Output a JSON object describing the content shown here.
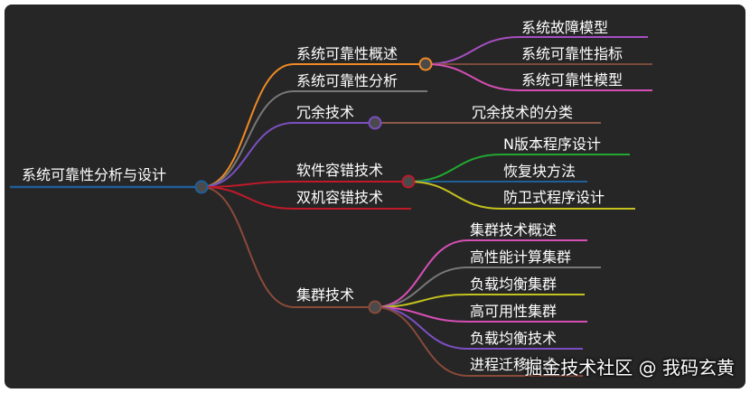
{
  "mindmap": {
    "root": {
      "label": "系统可靠性分析与设计",
      "color": "#1f5f9a"
    },
    "branches": [
      {
        "id": "b1",
        "label": "系统可靠性概述",
        "color": "#f08a24",
        "children": [
          {
            "label": "系统故障模型",
            "color": "#a64fc2"
          },
          {
            "label": "系统可靠性指标",
            "color": "#7a4a3a"
          },
          {
            "label": "系统可靠性模型",
            "color": "#d64fb5"
          }
        ]
      },
      {
        "id": "b2",
        "label": "系统可靠性分析",
        "color": "#777777",
        "children": []
      },
      {
        "id": "b3",
        "label": "冗余技术",
        "color": "#7b4fc2",
        "children": [
          {
            "label": "冗余技术的分类",
            "color": "#8a5a4a"
          }
        ]
      },
      {
        "id": "b4",
        "label": "软件容错技术",
        "color": "#c01a2a",
        "children": [
          {
            "label": "N版本程序设计",
            "color": "#22a831"
          },
          {
            "label": "恢复块方法",
            "color": "#1f5f9a"
          },
          {
            "label": "防卫式程序设计",
            "color": "#c4c21e"
          }
        ]
      },
      {
        "id": "b5",
        "label": "双机容错技术",
        "color": "#c01a2a",
        "children": []
      },
      {
        "id": "b6",
        "label": "集群技术",
        "color": "#8a4a3a",
        "children": [
          {
            "label": "集群技术概述",
            "color": "#d64fb5"
          },
          {
            "label": "高性能计算集群",
            "color": "#777777"
          },
          {
            "label": "负载均衡集群",
            "color": "#c4c21e"
          },
          {
            "label": "高可用性集群",
            "color": "#d64fb5"
          },
          {
            "label": "负载均衡技术",
            "color": "#7b4fc2"
          },
          {
            "label": "进程迁移技术",
            "color": "#8a4a3a"
          }
        ]
      }
    ]
  },
  "watermark": "掘金技术社区 @ 我码玄黄"
}
